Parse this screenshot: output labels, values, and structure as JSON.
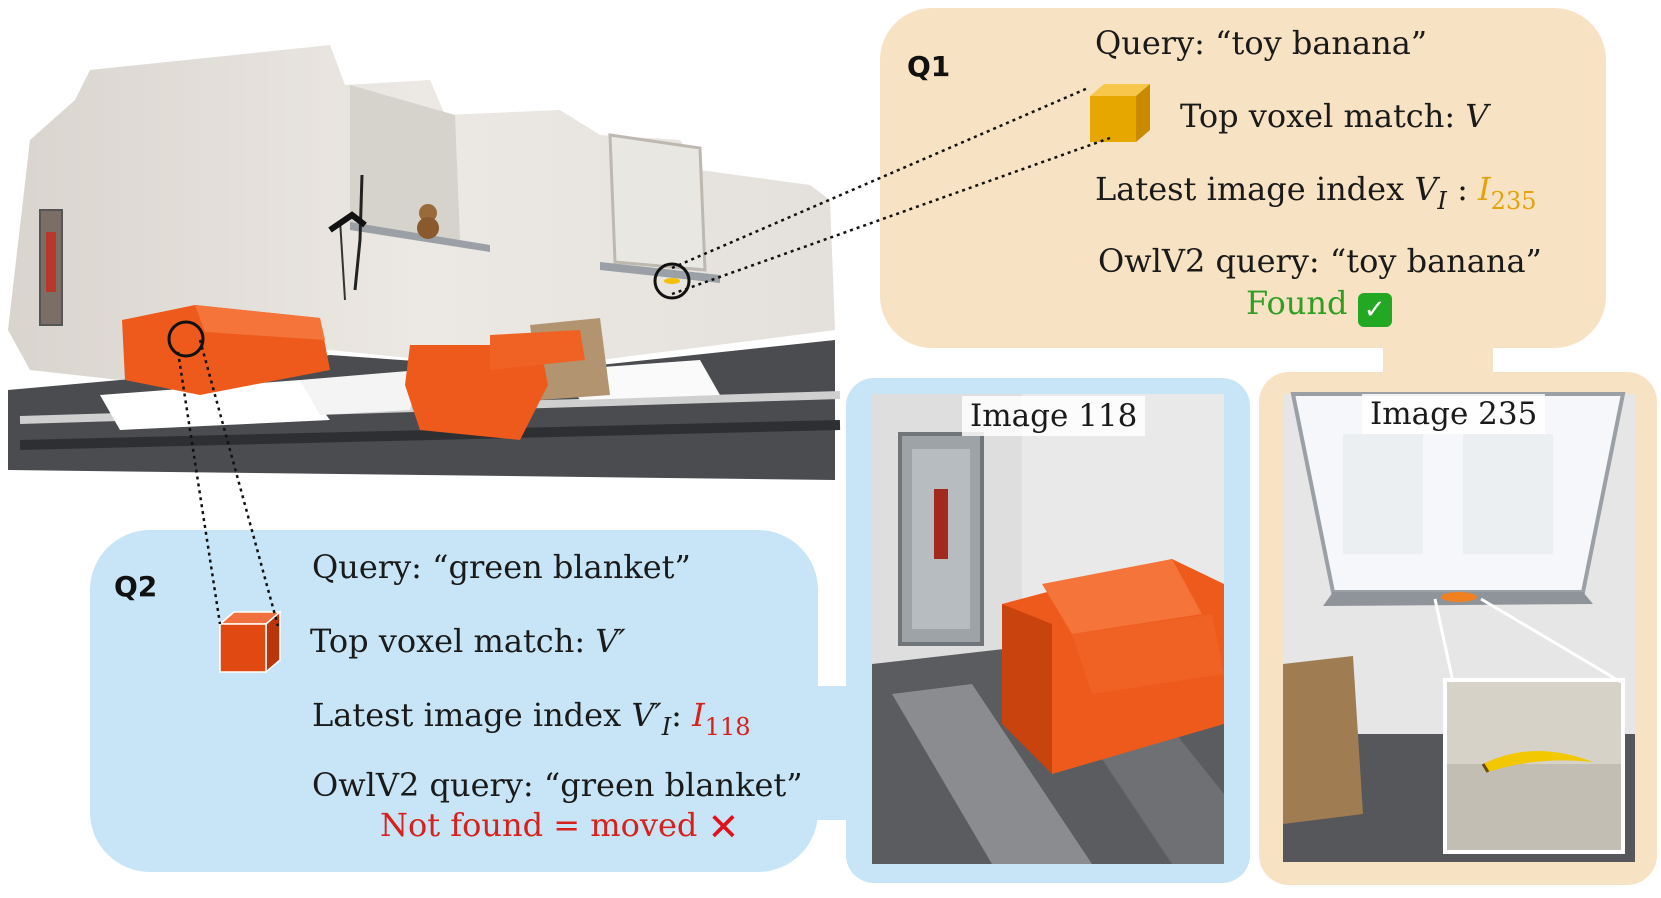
{
  "q1": {
    "label": "Q1",
    "query": "Query: “toy banana”",
    "top_voxel_text": "Top voxel match: ",
    "top_voxel_symbol": "V",
    "latest_index_text": "Latest image index ",
    "latest_index_symbol": "V",
    "latest_index_subscript": "I",
    "latest_index_sep": " : ",
    "image_index_symbol": "I",
    "image_index_value": "235",
    "owl_query": "OwlV2 query: “toy banana”",
    "result": "Found",
    "result_icon": "check-mark-icon",
    "accent_color": "#e3a30e"
  },
  "q2": {
    "label": "Q2",
    "query": "Query: “green blanket”",
    "top_voxel_text": "Top voxel match: ",
    "top_voxel_symbol": "V′",
    "latest_index_text": "Latest image index ",
    "latest_index_symbol": "V′",
    "latest_index_subscript": "I",
    "latest_index_sep": ": ",
    "image_index_symbol": "I",
    "image_index_value": "118",
    "owl_query": "OwlV2 query: “green blanket”",
    "result": "Not found = moved",
    "result_icon": "cross-mark-icon",
    "accent_color": "#d8211c"
  },
  "images": {
    "image_118_label": "Image 118",
    "image_235_label": "Image 235"
  },
  "colors": {
    "q1_panel": "#f7e3c3",
    "q2_panel": "#c7e5f6",
    "voxel_yellow": "#e6a800",
    "voxel_orange": "#e04a12",
    "sofa_orange": "#ee5a1c"
  }
}
